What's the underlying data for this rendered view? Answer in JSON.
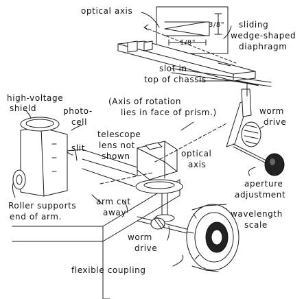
{
  "labels": {
    "optical_axis_top": "optical axis",
    "dim_three_eighths": "3/8\"",
    "dim_one_eighth": "1/8\"",
    "sliding": "sliding",
    "wedge_shaped": "wedge-shaped",
    "diaphragm": "diaphragm",
    "slot_in": "slot in",
    "top_of_chassis": "top of chassis",
    "high_voltage": "high-voltage",
    "shield": "shield",
    "photo": "photo-",
    "cell": "cell",
    "axis_rotation_1": "(Axis of rotation",
    "axis_rotation_2": "lies in face of prism.)",
    "worm_1": "worm",
    "drive_1": "drive",
    "telescope": "telescope",
    "lens_not": "lens not",
    "shown": "shown",
    "slit": "slit",
    "optical_2": "optical",
    "axis_2": "axis",
    "aperture": "aperture",
    "adjustment": "adjustment",
    "roller_1": "Roller supports",
    "roller_2": "end of arm.",
    "arm_cut": "arm cut",
    "away": "away",
    "wavelength": "wavelength",
    "scale": "scale",
    "worm_2": "worm",
    "drive_2": "drive",
    "flexible_coupling": "flexible coupling"
  },
  "colors": {
    "ink": "#1a1a1a",
    "paper": "#ffffff"
  }
}
